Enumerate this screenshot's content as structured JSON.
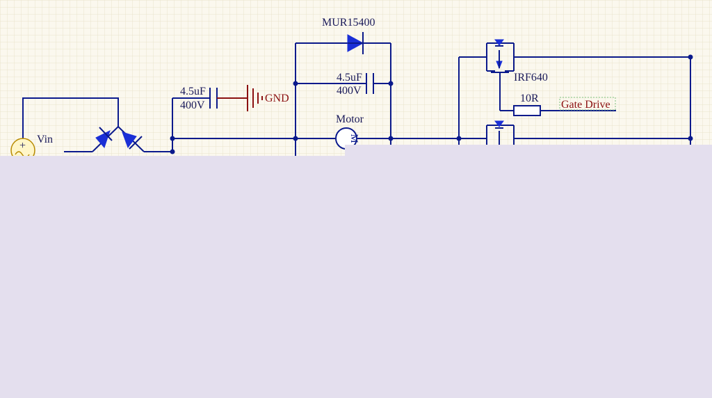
{
  "schematic": {
    "labels": {
      "vin": "Vin",
      "cap1_value": "4.5uF",
      "cap1_voltage": "400V",
      "ground": "GND",
      "diode": "MUR15400",
      "cap2_value": "4.5uF",
      "cap2_voltage": "400V",
      "motor": "Motor",
      "motor_symbol": "M",
      "mosfet": "IRF640",
      "resistor": "10R",
      "gate_drive": "Gate Drive",
      "source_plus": "+"
    },
    "colors": {
      "sheet_bg": "#fbf8ee",
      "grid": "#eae3cc",
      "wire": "#0b1a8c",
      "component_fill": "#1a2fd6",
      "net_label": "#8b1010",
      "source": "#b88a00",
      "overlay": "#e4dfee"
    }
  }
}
